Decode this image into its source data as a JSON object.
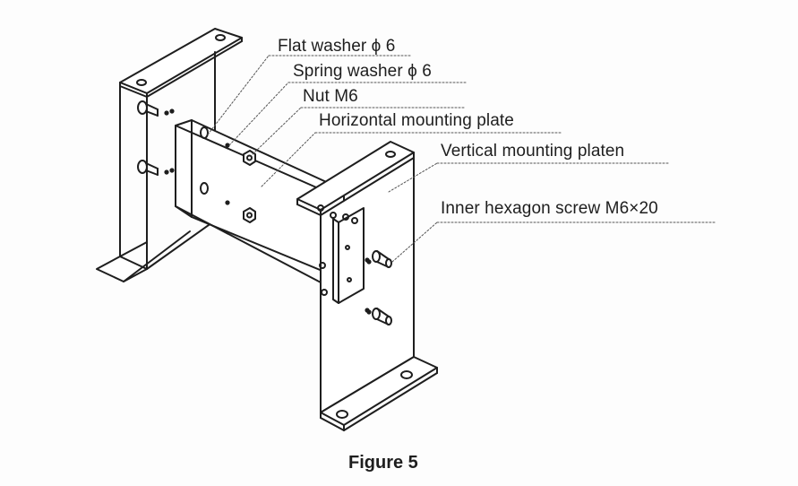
{
  "labels": {
    "flat_washer": "Flat washer ϕ 6",
    "spring_washer": "Spring washer ϕ 6",
    "nut": "Nut M6",
    "horizontal_plate": "Horizontal mounting plate",
    "vertical_plate": "Vertical mounting platen",
    "inner_hex_screw": "Inner hexagon screw M6×20"
  },
  "caption": "Figure 5",
  "colors": {
    "line": "#1e1e1e",
    "leader": "#555555",
    "background": "#fdfdfd"
  }
}
